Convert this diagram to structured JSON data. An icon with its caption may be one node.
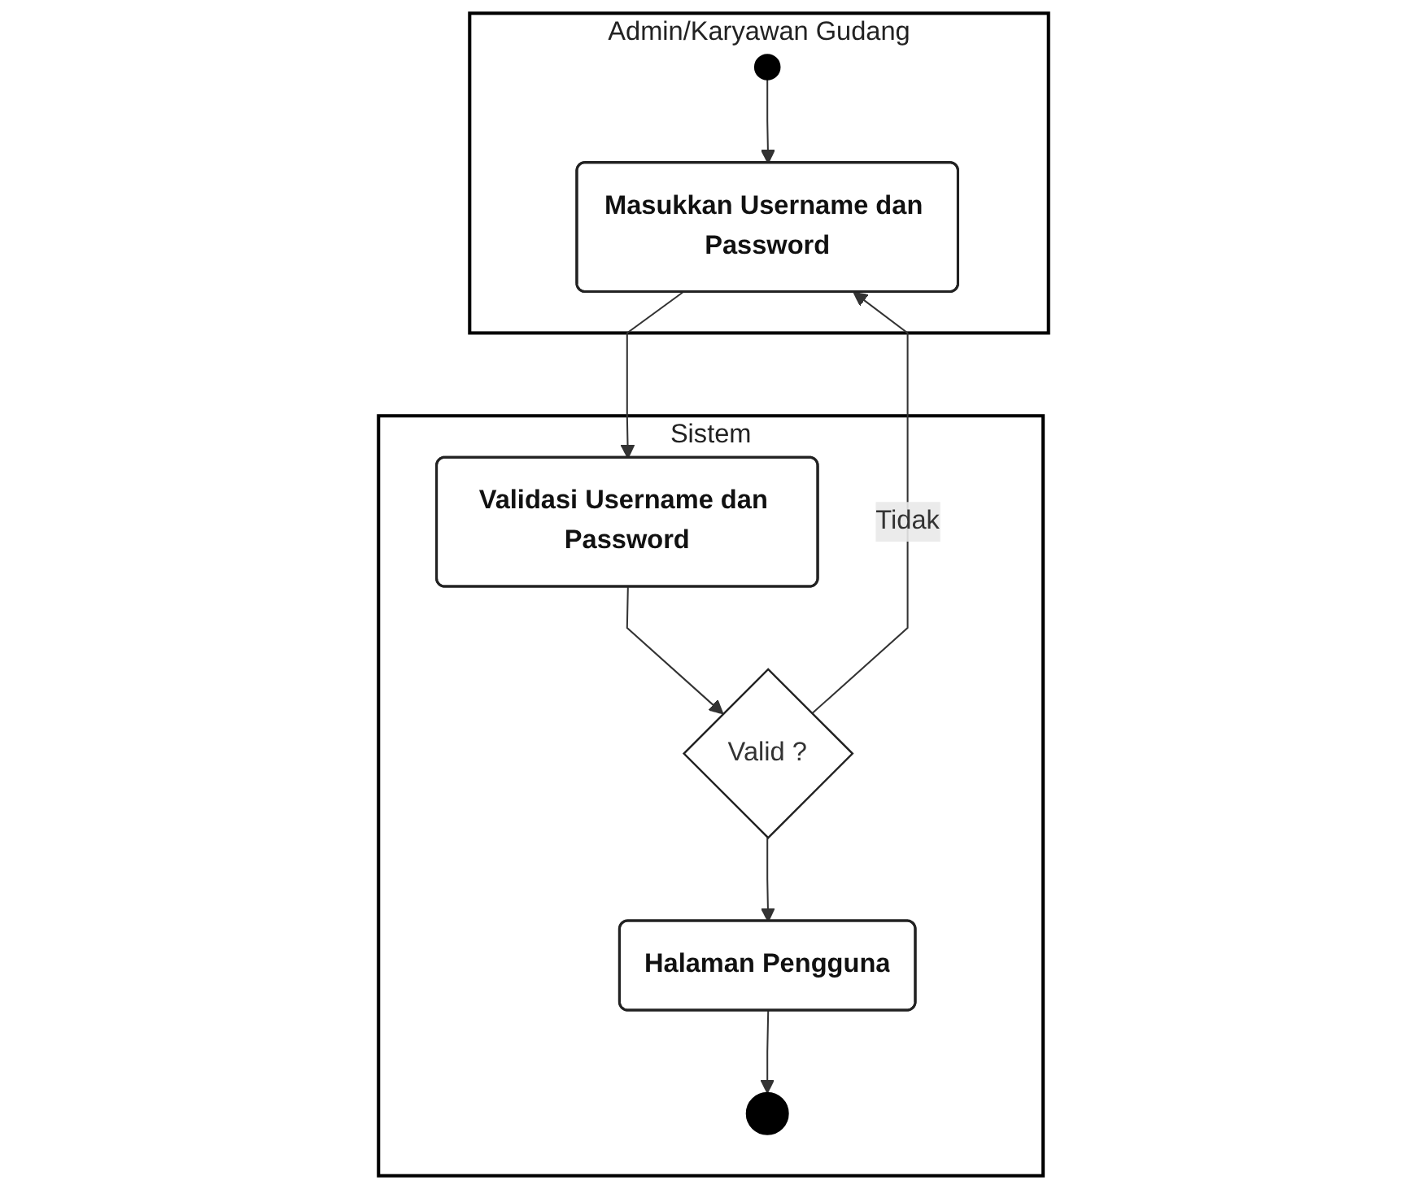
{
  "diagram": {
    "nodes": [
      {
        "text": [
          "Admin/Karyawan Gudang"
        ]
      },
      {
        "text": [
          "Sistem"
        ]
      },
      {
        "text": [],
        "shape": "circle",
        "in": 0
      },
      {
        "text": [
          "Masukkan Username dan Password"
        ],
        "in": 0
      },
      {
        "text": [
          "Validasi Username dan Password"
        ],
        "in": 1
      },
      {
        "text": [
          "Valid ?"
        ],
        "in": 1
      },
      {
        "text": [
          "Halaman Pengguna"
        ],
        "in": 1
      },
      {
        "text": [],
        "shape": "circle",
        "in": 1
      }
    ],
    "edges": [
      {
        "from": 2,
        "to": 3,
        "arrow": "to"
      },
      {
        "from": 3,
        "to": 4,
        "arrow": "to"
      },
      {
        "from": 4,
        "to": 5,
        "arrow": "to"
      },
      {
        "from": 5,
        "to": 3,
        "label": "Tidak",
        "arrow": "to"
      },
      {
        "from": 5,
        "to": 6,
        "arrow": "to"
      },
      {
        "from": 6,
        "to": 7,
        "arrow": "to"
      }
    ]
  }
}
